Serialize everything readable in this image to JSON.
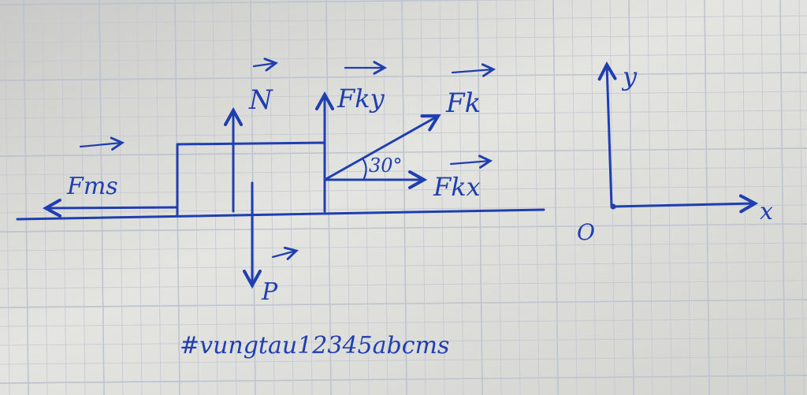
{
  "diagram": {
    "labels": {
      "friction_force": "Fms",
      "normal_force": "N",
      "weight": "P",
      "pull_force": "Fk",
      "pull_force_y": "Fky",
      "pull_force_x": "Fkx",
      "angle": "30°",
      "origin": "O",
      "axis_x": "x",
      "axis_y": "y"
    },
    "watermark": "#vungtau12345abcms",
    "colors": {
      "ink": "#1f3fb0",
      "paper": "#d9d9d6",
      "grid": "#aeb6c8"
    }
  }
}
